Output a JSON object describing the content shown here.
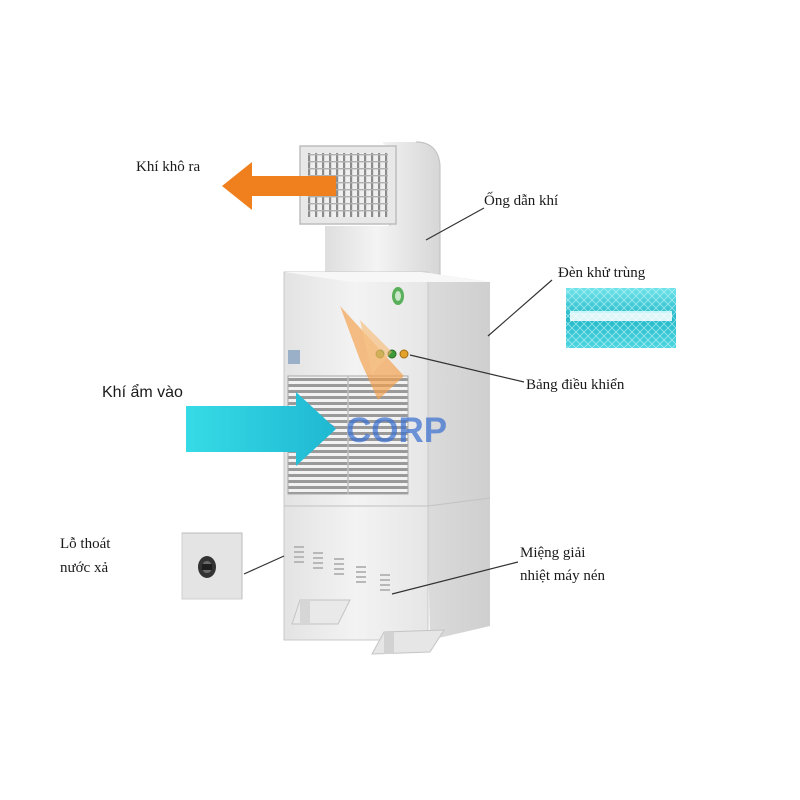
{
  "labels": {
    "dry_air_out": "Khí khô ra",
    "humid_air_in": "Khí ẩm vào",
    "air_duct": "Ống dẫn khí",
    "uv_lamp": "Đèn khử trùng",
    "control_panel": "Bảng điều khiển",
    "drain_hole_line1": "Lỗ thoát",
    "drain_hole_line2": "nước xả",
    "compressor_vent_line1": "Miệng giải",
    "compressor_vent_line2": "nhiệt máy nén"
  },
  "watermark": {
    "text": "CORP"
  },
  "colors": {
    "outflow_arrow": "#f0801e",
    "inflow_arrow": "#22cfe0",
    "watermark_orange": "#f5a04a",
    "watermark_blue": "#3a6fd0",
    "uv_lamp_glow": "#3ec9d6",
    "leader_line": "#333333",
    "body": "#eeeeee"
  },
  "icons": [
    "logo-badge-icon",
    "indicator-light-icon",
    "drain-plug-icon"
  ]
}
